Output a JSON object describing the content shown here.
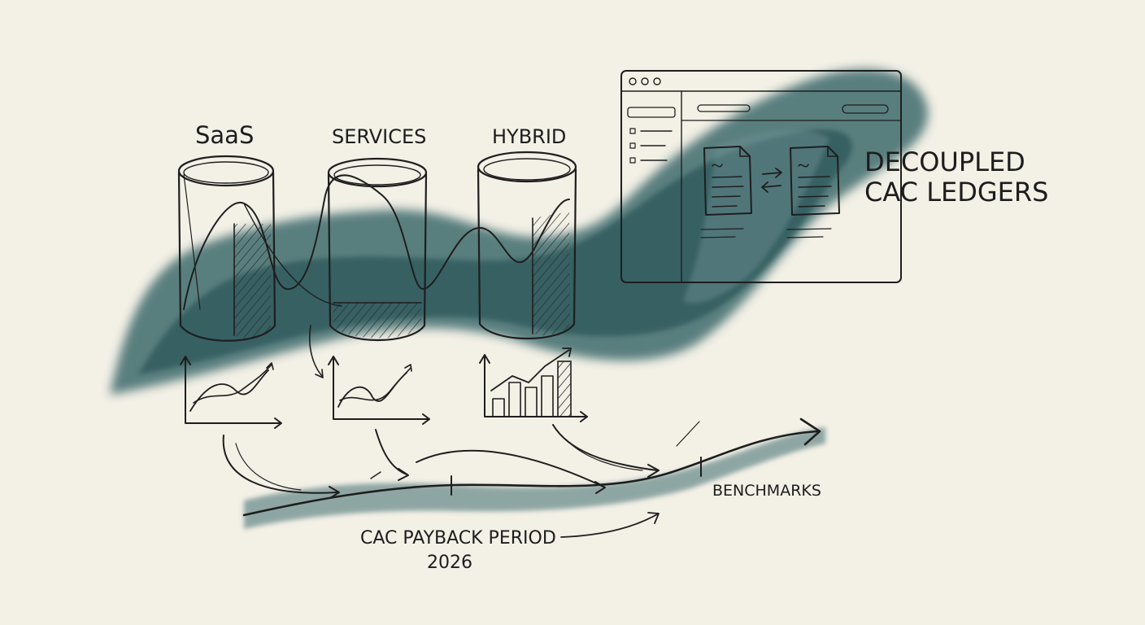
{
  "colors": {
    "paper": "#f3f0e6",
    "wash": "#2f5f62",
    "ink": "#1e1e1e"
  },
  "segments": [
    {
      "label": "SaaS",
      "chart": "line"
    },
    {
      "label": "SERVICES",
      "chart": "line"
    },
    {
      "label": "HYBRID",
      "chart": "bar"
    }
  ],
  "ledger": {
    "title_line1": "DECOUPLED",
    "title_line2": "CAC LEDGERS",
    "icons": [
      "document-icon",
      "swap-arrows-icon",
      "document-icon"
    ]
  },
  "timeline": {
    "title_line1": "CAC PAYBACK PERIOD",
    "title_line2": "2026",
    "end_label": "BENCHMARKS"
  }
}
